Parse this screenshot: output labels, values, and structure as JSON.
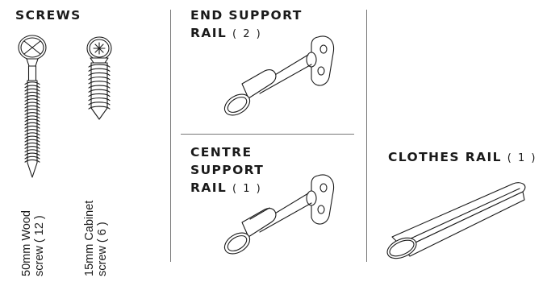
{
  "screws": {
    "heading": "SCREWS",
    "wood_screw": {
      "line1": "50mm Wood",
      "line2": "screw ( 12 )"
    },
    "cabinet_screw": {
      "line1": "15mm Cabinet",
      "line2": "screw ( 6 )"
    }
  },
  "end_support_rail": {
    "line1": "END SUPPORT",
    "line2": "RAIL",
    "count": "( 2 )"
  },
  "centre_support_rail": {
    "line1": "CENTRE",
    "line2": "SUPPORT",
    "line3": "RAIL",
    "count": "( 1 )"
  },
  "clothes_rail": {
    "label": "CLOTHES RAIL",
    "count": "( 1 )"
  }
}
